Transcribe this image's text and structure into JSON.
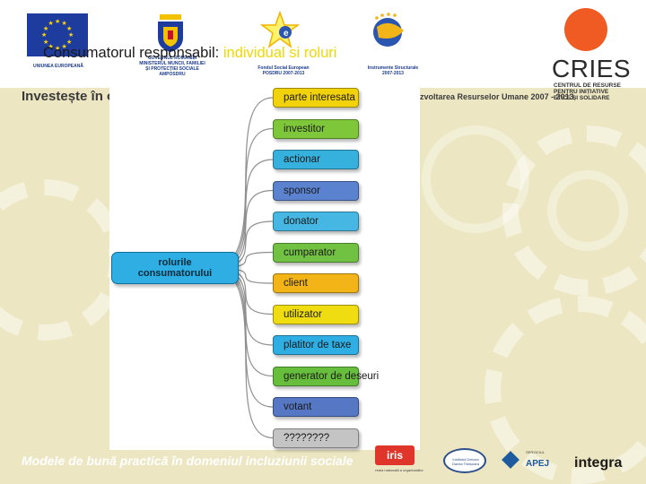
{
  "slide": {
    "title": "Consumatorul responsabil: ",
    "title_emphasis": "individual si roluri"
  },
  "header": {
    "eu_caption": "UNIUNEA EUROPEANĂ",
    "ministry_caption": "GUVERNUL ROMÂNIEI\nMINISTERUL MUNCII, FAMILIEI\nȘI PROTECȚIEI SOCIALE\nAMPOSDRU",
    "fse_caption": "Fondul Social European\nPOSDRU 2007-2013",
    "is_caption": "Instrumente Structurale\n2007-2013",
    "invest_text": "Investește în oam",
    "program_text": "zvoltarea Resurselor Umane 2007 - 2013"
  },
  "cries": {
    "name": "CRIES",
    "description": "CENTRUL DE RESURSE\nPENTRU INIȚIATIVE\nETICE ȘI SOLIDARE",
    "color": "#f05a23"
  },
  "diagram": {
    "root": "rolurile\nconsumatorului",
    "root_color": "#2eaee3",
    "roles": [
      {
        "label": "parte interesata",
        "color": "#f2d20a"
      },
      {
        "label": "investitor",
        "color": "#7ec63a"
      },
      {
        "label": "actionar",
        "color": "#36b0dd"
      },
      {
        "label": "sponsor",
        "color": "#5a82cf"
      },
      {
        "label": "donator",
        "color": "#46b7e2"
      },
      {
        "label": "cumparator",
        "color": "#71c143"
      },
      {
        "label": "client",
        "color": "#f2b416"
      },
      {
        "label": "utilizator",
        "color": "#efdc11"
      },
      {
        "label": "platitor de taxe",
        "color": "#2eaee3"
      },
      {
        "label": "generator de deseuri",
        "color": "#67bd3c"
      },
      {
        "label": "votant",
        "color": "#5677c4"
      },
      {
        "label": "????????",
        "color": "#c4c4c4"
      }
    ]
  },
  "footer": {
    "text": "Modele de bună practică în domeniul incluziunii sociale",
    "iris_mark": "iris",
    "iris_caption": "rețea națională a organizațiilor",
    "oval_caption": "Institutul Debora Damia Timișoara",
    "apej_prefix": "SERVICIUL",
    "apej_name": "APEJ",
    "integra": "integra"
  }
}
